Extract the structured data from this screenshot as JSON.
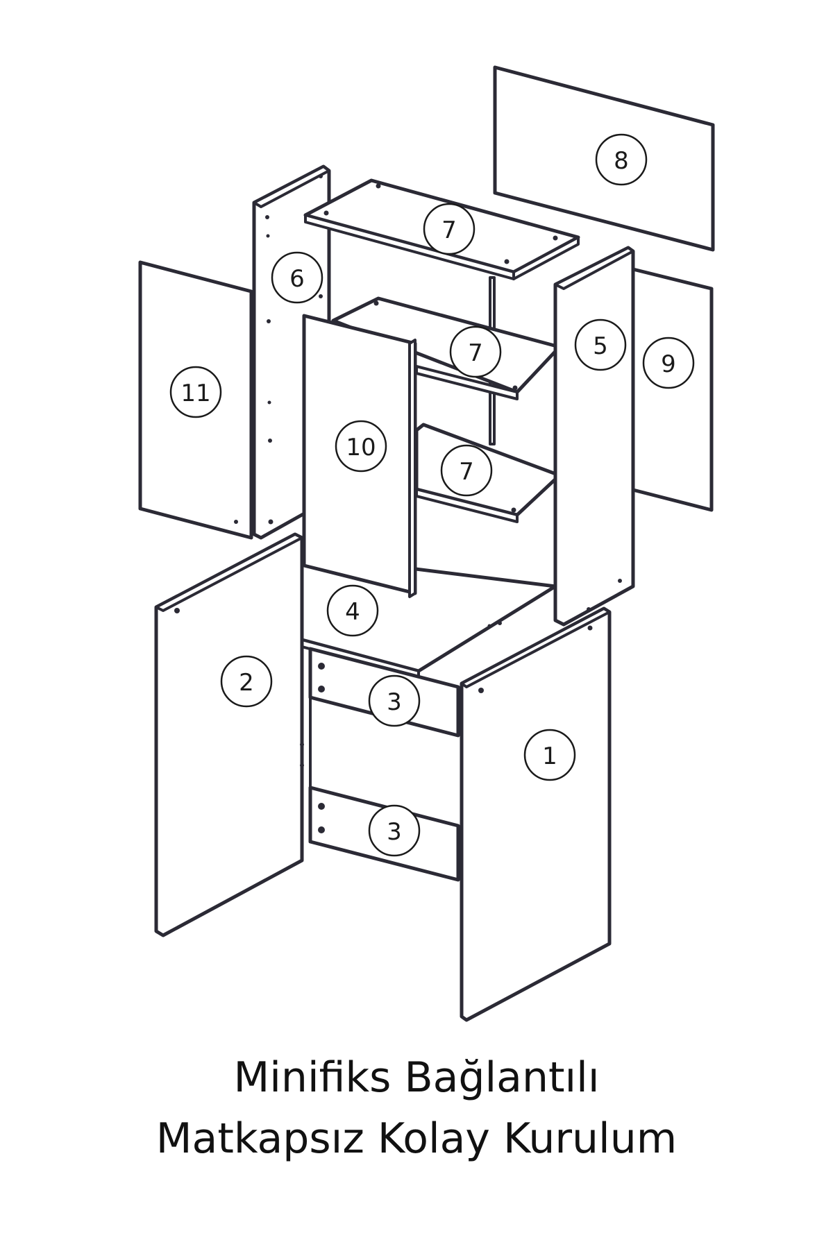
{
  "caption": {
    "line1": "Minifiks Bağlantılı",
    "line2": "Matkapsız Kolay Kurulum"
  },
  "parts": [
    {
      "id": "part-8",
      "label": "8"
    },
    {
      "id": "part-7a",
      "label": "7"
    },
    {
      "id": "part-6",
      "label": "6"
    },
    {
      "id": "part-11",
      "label": "11"
    },
    {
      "id": "part-7b",
      "label": "7"
    },
    {
      "id": "part-5",
      "label": "5"
    },
    {
      "id": "part-9",
      "label": "9"
    },
    {
      "id": "part-10",
      "label": "10"
    },
    {
      "id": "part-7c",
      "label": "7"
    },
    {
      "id": "part-4",
      "label": "4"
    },
    {
      "id": "part-2",
      "label": "2"
    },
    {
      "id": "part-3a",
      "label": "3"
    },
    {
      "id": "part-1",
      "label": "1"
    },
    {
      "id": "part-3b",
      "label": "3"
    }
  ]
}
